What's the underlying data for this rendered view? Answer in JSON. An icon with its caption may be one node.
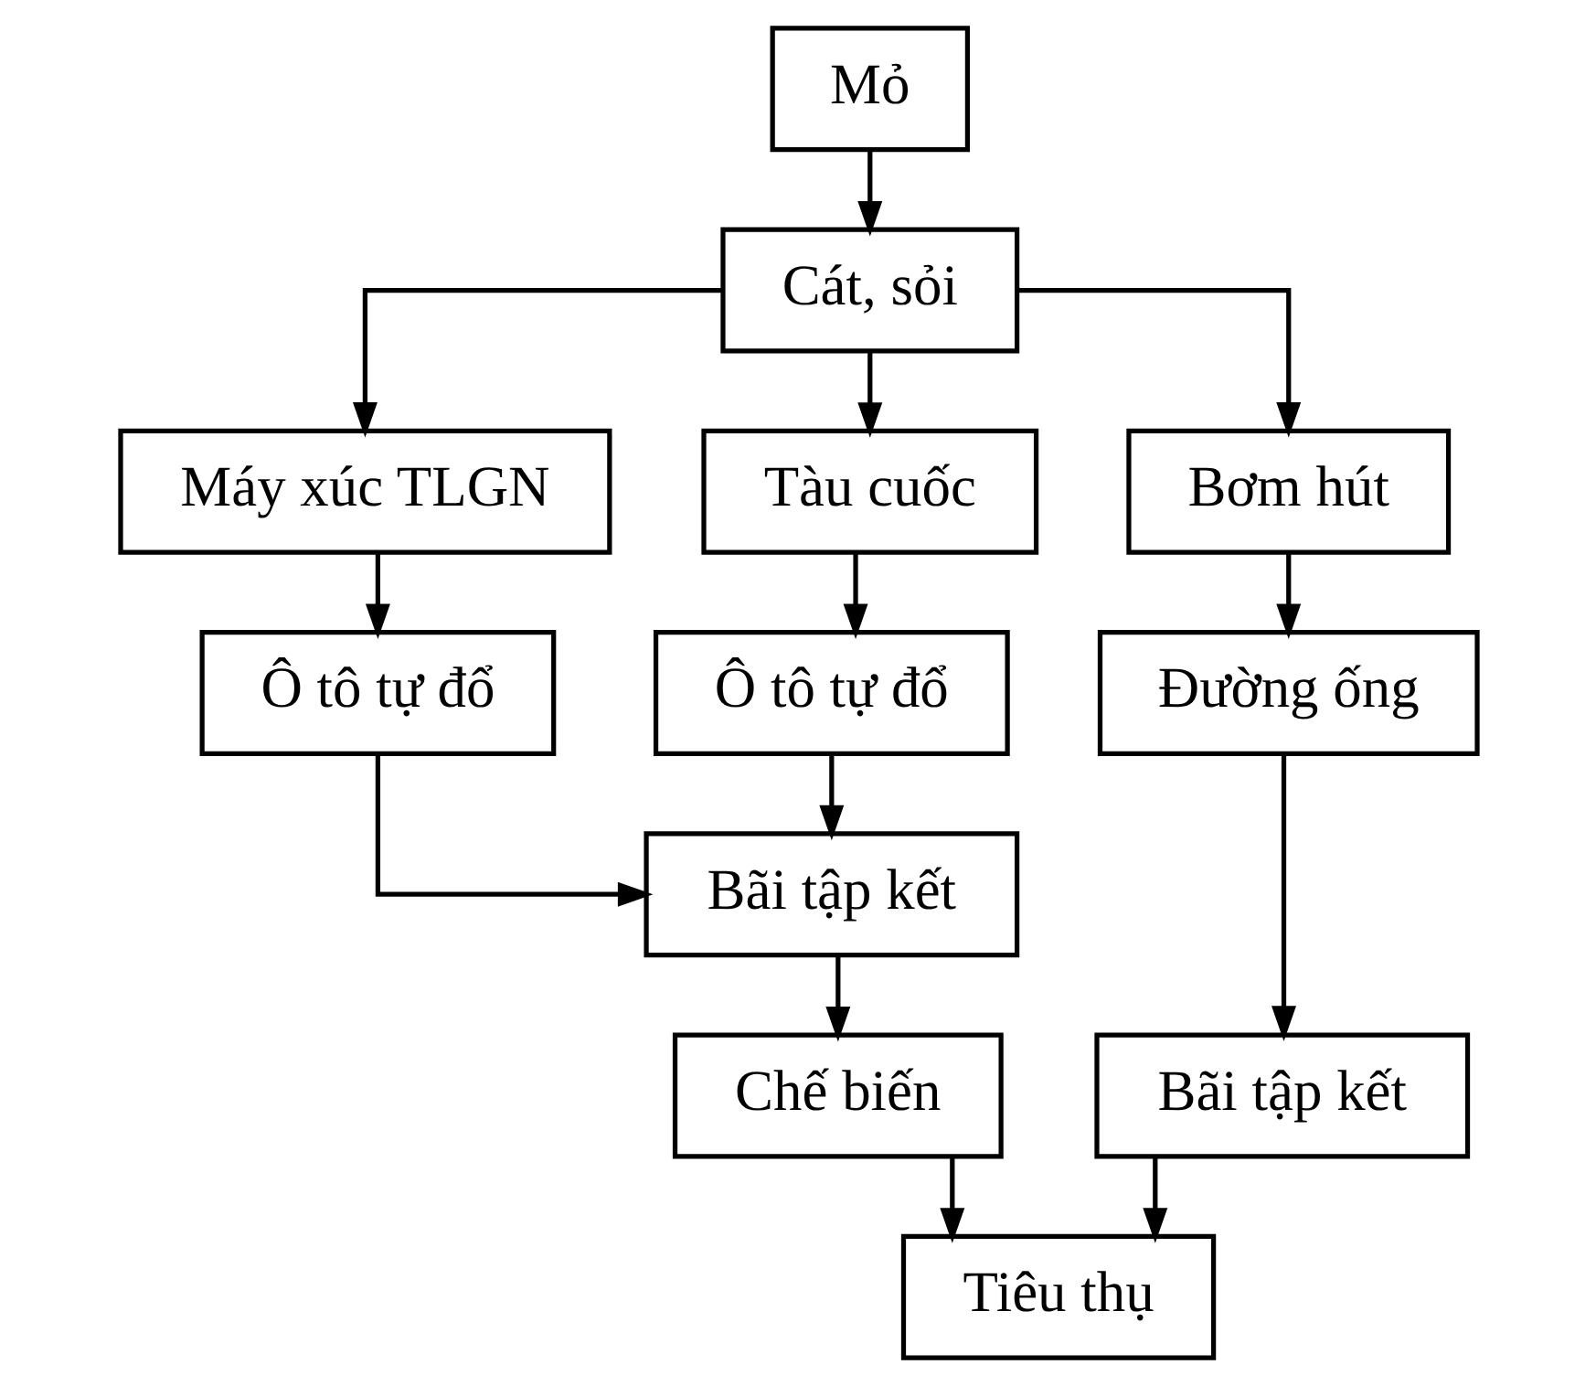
{
  "diagram": {
    "nodes": [
      {
        "text": [
          "Mỏ"
        ]
      },
      {
        "text": [
          "Cát, sỏi"
        ]
      },
      {
        "text": [
          "Máy xúc TLGN"
        ]
      },
      {
        "text": [
          "Tàu cuốc"
        ]
      },
      {
        "text": [
          "Bơm hút"
        ]
      },
      {
        "text": [
          "Ô tô tự đổ"
        ]
      },
      {
        "text": [
          "Ô tô tự đổ"
        ]
      },
      {
        "text": [
          "Đường ống"
        ]
      },
      {
        "text": [
          "Bãi tập kết"
        ]
      },
      {
        "text": [
          "Bãi tập kết"
        ]
      },
      {
        "text": [
          "Chế biến"
        ]
      },
      {
        "text": [
          "Tiêu thụ"
        ]
      }
    ],
    "edges": [
      {
        "from": 0,
        "to": 1,
        "arrow": "to"
      },
      {
        "from": 1,
        "to": 2,
        "arrow": "to"
      },
      {
        "from": 1,
        "to": 3,
        "arrow": "to"
      },
      {
        "from": 1,
        "to": 4,
        "arrow": "to"
      },
      {
        "from": 2,
        "to": 5,
        "arrow": "to"
      },
      {
        "from": 3,
        "to": 6,
        "arrow": "to"
      },
      {
        "from": 4,
        "to": 7,
        "arrow": "to"
      },
      {
        "from": 5,
        "to": 8,
        "arrow": "to"
      },
      {
        "from": 6,
        "to": 8,
        "arrow": "to"
      },
      {
        "from": 7,
        "to": 9,
        "arrow": "to"
      },
      {
        "from": 8,
        "to": 10,
        "arrow": "to"
      },
      {
        "from": 10,
        "to": 11,
        "arrow": "to"
      },
      {
        "from": 9,
        "to": 11,
        "arrow": "to"
      }
    ]
  }
}
